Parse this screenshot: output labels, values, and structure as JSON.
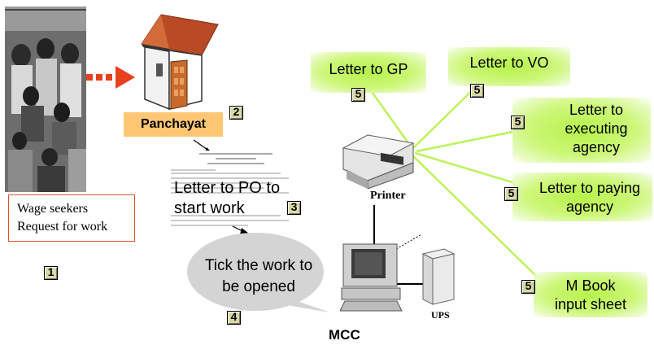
{
  "wage_seekers": {
    "line1": "Wage seekers",
    "line2": "Request for  work",
    "step": "1"
  },
  "panchayat": {
    "label": "Panchayat",
    "step": "2"
  },
  "letter_po": {
    "line1": "Letter to PO to",
    "line2": "start work",
    "step": "3"
  },
  "tick_work": {
    "line1": "Tick the work to",
    "line2": "be opened",
    "step": "4"
  },
  "letters": [
    {
      "lines": [
        "Letter to GP"
      ],
      "step": "5"
    },
    {
      "lines": [
        "Letter to VO"
      ],
      "step": "5"
    },
    {
      "lines": [
        "Letter to",
        "executing",
        "agency"
      ],
      "step": "5"
    },
    {
      "lines": [
        "Letter to paying",
        "agency"
      ],
      "step": "5"
    },
    {
      "lines": [
        "M Book",
        "input sheet"
      ],
      "step": "5"
    }
  ],
  "devices": {
    "printer": "Printer",
    "ups": "UPS",
    "mcc": "MCC"
  },
  "colors": {
    "arrow": "#e8401c",
    "green": "#b6f24a",
    "panchayat_bg": "#ffc774",
    "box_border": "#e3502a"
  }
}
